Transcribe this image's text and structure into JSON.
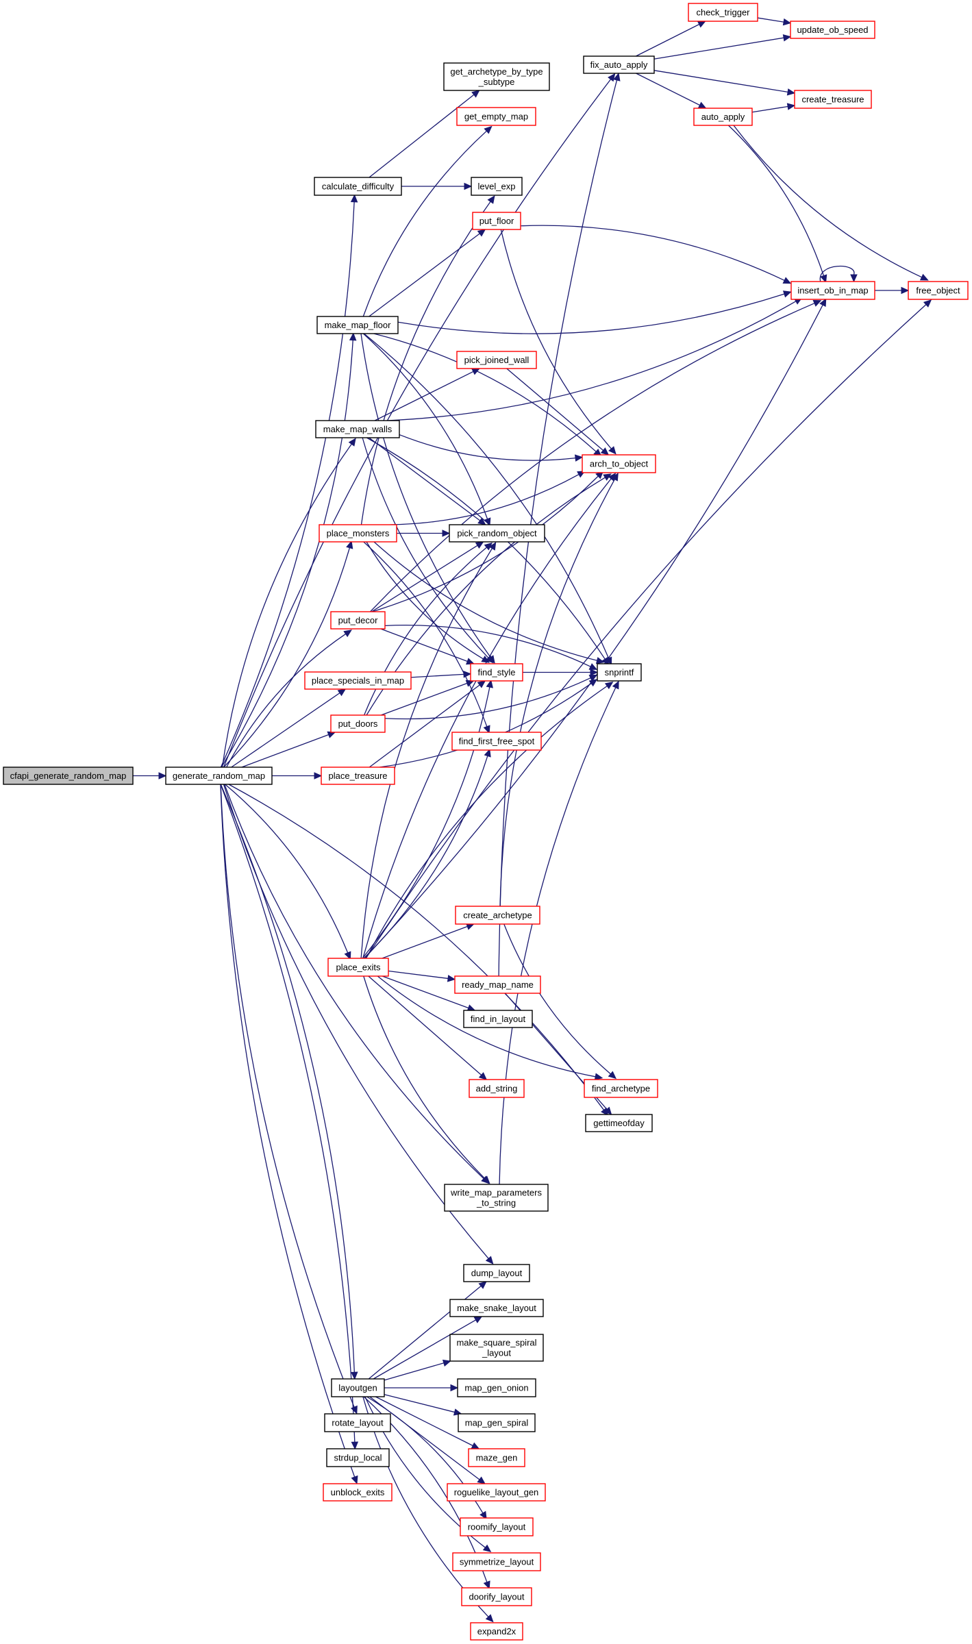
{
  "diagram": {
    "type": "call-graph",
    "colors": {
      "edge": "#191970",
      "root_fill": "#bfbfbf",
      "border_documented": "#000000",
      "border_undocumented": "#ff0000",
      "fill": "#ffffff"
    },
    "nodes": [
      {
        "id": "cfapi_generate_random_map",
        "lines": [
          "cfapi_generate_random_map"
        ],
        "kind": "root"
      },
      {
        "id": "generate_random_map",
        "lines": [
          "generate_random_map"
        ],
        "kind": "black"
      },
      {
        "id": "calculate_difficulty",
        "lines": [
          "calculate_difficulty"
        ],
        "kind": "black"
      },
      {
        "id": "get_archetype_by_type_subtype",
        "lines": [
          "get_archetype_by_type",
          "_subtype"
        ],
        "kind": "black"
      },
      {
        "id": "level_exp",
        "lines": [
          "level_exp"
        ],
        "kind": "black"
      },
      {
        "id": "fix_auto_apply",
        "lines": [
          "fix_auto_apply"
        ],
        "kind": "black"
      },
      {
        "id": "check_trigger",
        "lines": [
          "check_trigger"
        ],
        "kind": "red"
      },
      {
        "id": "update_ob_speed",
        "lines": [
          "update_ob_speed"
        ],
        "kind": "red"
      },
      {
        "id": "auto_apply",
        "lines": [
          "auto_apply"
        ],
        "kind": "red"
      },
      {
        "id": "create_treasure",
        "lines": [
          "create_treasure"
        ],
        "kind": "red"
      },
      {
        "id": "insert_ob_in_map",
        "lines": [
          "insert_ob_in_map"
        ],
        "kind": "red"
      },
      {
        "id": "free_object",
        "lines": [
          "free_object"
        ],
        "kind": "red"
      },
      {
        "id": "get_empty_map",
        "lines": [
          "get_empty_map"
        ],
        "kind": "red"
      },
      {
        "id": "make_map_floor",
        "lines": [
          "make_map_floor"
        ],
        "kind": "black"
      },
      {
        "id": "put_floor",
        "lines": [
          "put_floor"
        ],
        "kind": "red"
      },
      {
        "id": "arch_to_object",
        "lines": [
          "arch_to_object"
        ],
        "kind": "red"
      },
      {
        "id": "make_map_walls",
        "lines": [
          "make_map_walls"
        ],
        "kind": "black"
      },
      {
        "id": "pick_joined_wall",
        "lines": [
          "pick_joined_wall"
        ],
        "kind": "red"
      },
      {
        "id": "place_monsters",
        "lines": [
          "place_monsters"
        ],
        "kind": "red"
      },
      {
        "id": "pick_random_object",
        "lines": [
          "pick_random_object"
        ],
        "kind": "black"
      },
      {
        "id": "put_decor",
        "lines": [
          "put_decor"
        ],
        "kind": "red"
      },
      {
        "id": "find_style",
        "lines": [
          "find_style"
        ],
        "kind": "red"
      },
      {
        "id": "snprintf",
        "lines": [
          "snprintf"
        ],
        "kind": "black"
      },
      {
        "id": "place_specials_in_map",
        "lines": [
          "place_specials_in_map"
        ],
        "kind": "red"
      },
      {
        "id": "put_doors",
        "lines": [
          "put_doors"
        ],
        "kind": "red"
      },
      {
        "id": "find_first_free_spot",
        "lines": [
          "find_first_free_spot"
        ],
        "kind": "red"
      },
      {
        "id": "place_treasure",
        "lines": [
          "place_treasure"
        ],
        "kind": "red"
      },
      {
        "id": "create_archetype",
        "lines": [
          "create_archetype"
        ],
        "kind": "red"
      },
      {
        "id": "place_exits",
        "lines": [
          "place_exits"
        ],
        "kind": "red"
      },
      {
        "id": "ready_map_name",
        "lines": [
          "ready_map_name"
        ],
        "kind": "red"
      },
      {
        "id": "find_in_layout",
        "lines": [
          "find_in_layout"
        ],
        "kind": "black"
      },
      {
        "id": "add_string",
        "lines": [
          "add_string"
        ],
        "kind": "red"
      },
      {
        "id": "find_archetype",
        "lines": [
          "find_archetype"
        ],
        "kind": "red"
      },
      {
        "id": "gettimeofday",
        "lines": [
          "gettimeofday"
        ],
        "kind": "black"
      },
      {
        "id": "write_map_parameters_to_string",
        "lines": [
          "write_map_parameters",
          "_to_string"
        ],
        "kind": "black"
      },
      {
        "id": "dump_layout",
        "lines": [
          "dump_layout"
        ],
        "kind": "black"
      },
      {
        "id": "make_snake_layout",
        "lines": [
          "make_snake_layout"
        ],
        "kind": "black"
      },
      {
        "id": "make_square_spiral_layout",
        "lines": [
          "make_square_spiral",
          "_layout"
        ],
        "kind": "black"
      },
      {
        "id": "layoutgen",
        "lines": [
          "layoutgen"
        ],
        "kind": "black"
      },
      {
        "id": "map_gen_onion",
        "lines": [
          "map_gen_onion"
        ],
        "kind": "black"
      },
      {
        "id": "rotate_layout",
        "lines": [
          "rotate_layout"
        ],
        "kind": "black"
      },
      {
        "id": "map_gen_spiral",
        "lines": [
          "map_gen_spiral"
        ],
        "kind": "black"
      },
      {
        "id": "strdup_local",
        "lines": [
          "strdup_local"
        ],
        "kind": "black"
      },
      {
        "id": "maze_gen",
        "lines": [
          "maze_gen"
        ],
        "kind": "red"
      },
      {
        "id": "unblock_exits",
        "lines": [
          "unblock_exits"
        ],
        "kind": "red"
      },
      {
        "id": "roguelike_layout_gen",
        "lines": [
          "roguelike_layout_gen"
        ],
        "kind": "red"
      },
      {
        "id": "roomify_layout",
        "lines": [
          "roomify_layout"
        ],
        "kind": "red"
      },
      {
        "id": "symmetrize_layout",
        "lines": [
          "symmetrize_layout"
        ],
        "kind": "red"
      },
      {
        "id": "doorify_layout",
        "lines": [
          "doorify_layout"
        ],
        "kind": "red"
      },
      {
        "id": "expand2x",
        "lines": [
          "expand2x"
        ],
        "kind": "red"
      }
    ],
    "edges": [
      [
        "cfapi_generate_random_map",
        "generate_random_map"
      ],
      [
        "generate_random_map",
        "calculate_difficulty"
      ],
      [
        "generate_random_map",
        "fix_auto_apply"
      ],
      [
        "generate_random_map",
        "make_map_floor"
      ],
      [
        "generate_random_map",
        "make_map_walls"
      ],
      [
        "generate_random_map",
        "place_monsters"
      ],
      [
        "generate_random_map",
        "put_decor"
      ],
      [
        "generate_random_map",
        "place_specials_in_map"
      ],
      [
        "generate_random_map",
        "put_doors"
      ],
      [
        "generate_random_map",
        "place_treasure"
      ],
      [
        "generate_random_map",
        "place_exits"
      ],
      [
        "generate_random_map",
        "write_map_parameters_to_string"
      ],
      [
        "generate_random_map",
        "gettimeofday"
      ],
      [
        "generate_random_map",
        "dump_layout"
      ],
      [
        "generate_random_map",
        "layoutgen"
      ],
      [
        "generate_random_map",
        "rotate_layout"
      ],
      [
        "generate_random_map",
        "strdup_local"
      ],
      [
        "generate_random_map",
        "unblock_exits"
      ],
      [
        "calculate_difficulty",
        "get_archetype_by_type_subtype"
      ],
      [
        "calculate_difficulty",
        "level_exp"
      ],
      [
        "fix_auto_apply",
        "check_trigger"
      ],
      [
        "fix_auto_apply",
        "update_ob_speed"
      ],
      [
        "fix_auto_apply",
        "create_treasure"
      ],
      [
        "fix_auto_apply",
        "auto_apply"
      ],
      [
        "check_trigger",
        "update_ob_speed"
      ],
      [
        "auto_apply",
        "create_treasure"
      ],
      [
        "auto_apply",
        "insert_ob_in_map"
      ],
      [
        "auto_apply",
        "free_object"
      ],
      [
        "insert_ob_in_map",
        "insert_ob_in_map"
      ],
      [
        "insert_ob_in_map",
        "free_object"
      ],
      [
        "make_map_floor",
        "get_empty_map"
      ],
      [
        "make_map_floor",
        "put_floor"
      ],
      [
        "make_map_floor",
        "arch_to_object"
      ],
      [
        "make_map_floor",
        "insert_ob_in_map"
      ],
      [
        "make_map_floor",
        "pick_random_object"
      ],
      [
        "make_map_floor",
        "find_style"
      ],
      [
        "make_map_floor",
        "snprintf"
      ],
      [
        "put_floor",
        "arch_to_object"
      ],
      [
        "put_floor",
        "insert_ob_in_map"
      ],
      [
        "make_map_walls",
        "insert_ob_in_map"
      ],
      [
        "make_map_walls",
        "pick_joined_wall"
      ],
      [
        "make_map_walls",
        "arch_to_object"
      ],
      [
        "make_map_walls",
        "pick_random_object"
      ],
      [
        "make_map_walls",
        "find_style"
      ],
      [
        "make_map_walls",
        "snprintf"
      ],
      [
        "pick_joined_wall",
        "arch_to_object"
      ],
      [
        "place_monsters",
        "level_exp"
      ],
      [
        "place_monsters",
        "arch_to_object"
      ],
      [
        "place_monsters",
        "pick_random_object"
      ],
      [
        "place_monsters",
        "find_style"
      ],
      [
        "place_monsters",
        "find_first_free_spot"
      ],
      [
        "place_monsters",
        "snprintf"
      ],
      [
        "put_decor",
        "pick_random_object"
      ],
      [
        "put_decor",
        "arch_to_object"
      ],
      [
        "put_decor",
        "insert_ob_in_map"
      ],
      [
        "put_decor",
        "find_style"
      ],
      [
        "put_decor",
        "snprintf"
      ],
      [
        "place_specials_in_map",
        "find_style"
      ],
      [
        "put_doors",
        "pick_random_object"
      ],
      [
        "put_doors",
        "find_style"
      ],
      [
        "put_doors",
        "arch_to_object"
      ],
      [
        "put_doors",
        "snprintf"
      ],
      [
        "place_treasure",
        "find_style"
      ],
      [
        "place_treasure",
        "snprintf"
      ],
      [
        "find_style",
        "snprintf"
      ],
      [
        "place_exits",
        "find_style"
      ],
      [
        "place_exits",
        "pick_random_object"
      ],
      [
        "place_exits",
        "find_first_free_spot"
      ],
      [
        "place_exits",
        "arch_to_object"
      ],
      [
        "place_exits",
        "create_archetype"
      ],
      [
        "place_exits",
        "snprintf"
      ],
      [
        "place_exits",
        "ready_map_name"
      ],
      [
        "place_exits",
        "find_in_layout"
      ],
      [
        "place_exits",
        "insert_ob_in_map"
      ],
      [
        "place_exits",
        "add_string"
      ],
      [
        "place_exits",
        "find_archetype"
      ],
      [
        "place_exits",
        "free_object"
      ],
      [
        "place_exits",
        "write_map_parameters_to_string"
      ],
      [
        "create_archetype",
        "arch_to_object"
      ],
      [
        "create_archetype",
        "find_archetype"
      ],
      [
        "ready_map_name",
        "fix_auto_apply"
      ],
      [
        "ready_map_name",
        "gettimeofday"
      ],
      [
        "write_map_parameters_to_string",
        "snprintf"
      ],
      [
        "layoutgen",
        "dump_layout"
      ],
      [
        "layoutgen",
        "make_snake_layout"
      ],
      [
        "layoutgen",
        "make_square_spiral_layout"
      ],
      [
        "layoutgen",
        "map_gen_onion"
      ],
      [
        "layoutgen",
        "map_gen_spiral"
      ],
      [
        "layoutgen",
        "maze_gen"
      ],
      [
        "layoutgen",
        "roguelike_layout_gen"
      ],
      [
        "layoutgen",
        "roomify_layout"
      ],
      [
        "layoutgen",
        "symmetrize_layout"
      ],
      [
        "layoutgen",
        "doorify_layout"
      ],
      [
        "layoutgen",
        "expand2x"
      ]
    ]
  }
}
